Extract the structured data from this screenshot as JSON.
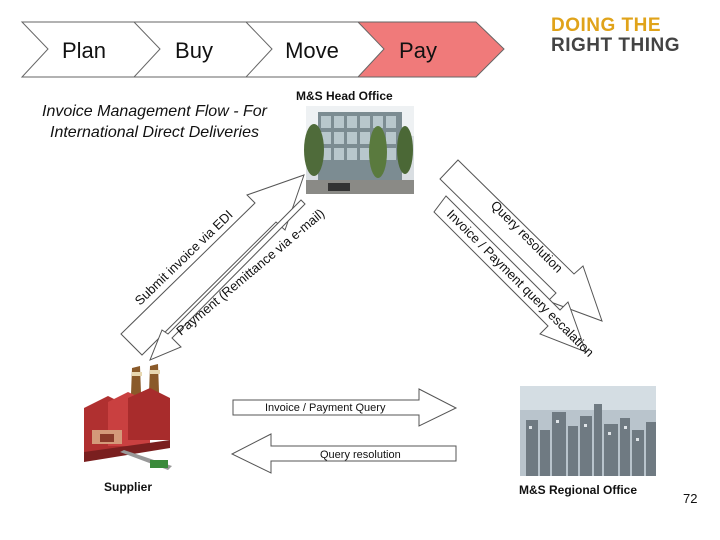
{
  "process_steps": [
    {
      "label": "Plan",
      "fill": "#ffffff"
    },
    {
      "label": "Buy",
      "fill": "#ffffff"
    },
    {
      "label": "Move",
      "fill": "#ffffff"
    },
    {
      "label": "Pay",
      "fill": "#f07a7a"
    }
  ],
  "logo": {
    "line1": "DOING THE",
    "line2": "RIGHT THING"
  },
  "title": {
    "line1": "Invoice Management Flow - For",
    "line2": "International Direct Deliveries"
  },
  "head_office": {
    "label": "M&S Head Office"
  },
  "supplier": {
    "label": "Supplier"
  },
  "regional_office": {
    "label": "M&S Regional Office"
  },
  "flows": {
    "submit_invoice": "Submit invoice via EDI",
    "payment_remittance": "Payment (Remittance via e-mail)",
    "query_resolution_diag": "Query resolution",
    "invoice_payment_escalation": "Invoice / Payment query escalation",
    "invoice_payment_query": "Invoice / Payment Query",
    "query_resolution": "Query resolution"
  },
  "page_number": "72"
}
